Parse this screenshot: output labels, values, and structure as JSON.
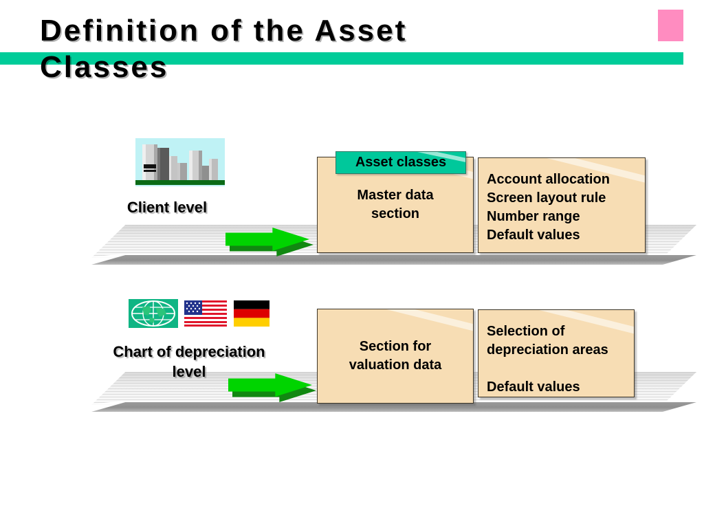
{
  "slide": {
    "title": "Definition of the Asset\nClasses",
    "accent_bar_color": "#00CC99",
    "corner_chip_color": "#FF8CC0",
    "background_color": "#FFFFFF"
  },
  "rows": [
    {
      "caption": "Client level",
      "icon_names": [
        "city-skyline-icon"
      ],
      "tab": {
        "label": "Asset classes",
        "color": "#00C89B"
      },
      "boxes": [
        {
          "text": "Master data\nsection",
          "align": "center",
          "color": "#F7DDB4"
        },
        {
          "text": "Account allocation\nScreen layout rule\nNumber range\nDefault values",
          "align": "left",
          "color": "#F7DDB4"
        }
      ],
      "arrow": {
        "name": "green-right-arrow",
        "color": "#00D400"
      }
    },
    {
      "caption": "Chart of depreciation\nlevel",
      "icon_names": [
        "globe-icon",
        "us-flag-icon",
        "germany-flag-icon"
      ],
      "tab": null,
      "boxes": [
        {
          "text": "Section for\nvaluation data",
          "align": "center",
          "color": "#F7DDB4"
        },
        {
          "text": "Selection of\ndepreciation areas\n\nDefault values",
          "align": "left",
          "color": "#F7DDB4"
        }
      ],
      "arrow": {
        "name": "green-right-arrow",
        "color": "#00D400"
      }
    }
  ]
}
